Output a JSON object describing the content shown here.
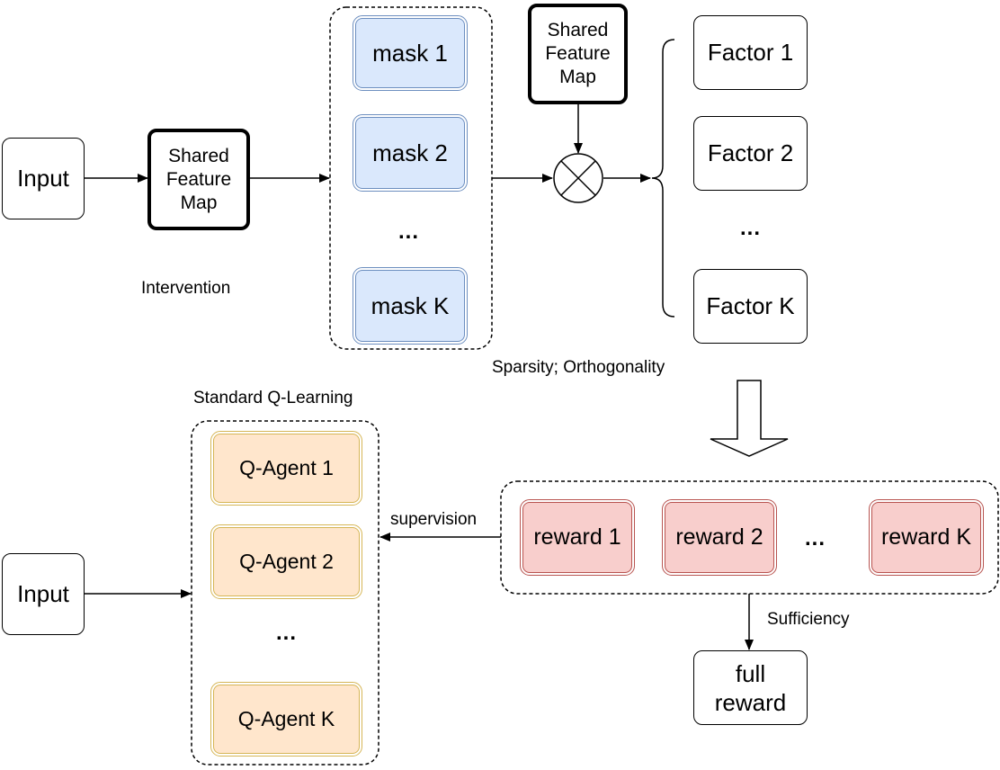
{
  "top": {
    "input": "Input",
    "shared_feature_map": "Shared\nFeature\nMap",
    "shared_feature_map_2": "Shared\nFeature\nMap",
    "masks": [
      "mask 1",
      "mask 2",
      "mask K"
    ],
    "mask_ellipsis": "...",
    "factors": [
      "Factor 1",
      "Factor 2",
      "Factor K"
    ],
    "factor_ellipsis": "...",
    "intervention_label": "Intervention",
    "constraint_label": "Sparsity; Orthogonality"
  },
  "bottom": {
    "input": "Input",
    "q_learning_label": "Standard Q-Learning",
    "agents": [
      "Q-Agent 1",
      "Q-Agent 2",
      "Q-Agent K"
    ],
    "agent_ellipsis": "...",
    "rewards": [
      "reward 1",
      "reward 2",
      "reward K"
    ],
    "reward_ellipsis": "...",
    "supervision_label": "supervision",
    "sufficiency_label": "Sufficiency",
    "full_reward": "full\nreward"
  },
  "colors": {
    "mask_fill": "#dae8fc",
    "mask_border": "#6c8ebf",
    "agent_fill": "#ffe6cc",
    "agent_border": "#d6b656",
    "reward_fill": "#f8cecc",
    "reward_border": "#b85450"
  }
}
